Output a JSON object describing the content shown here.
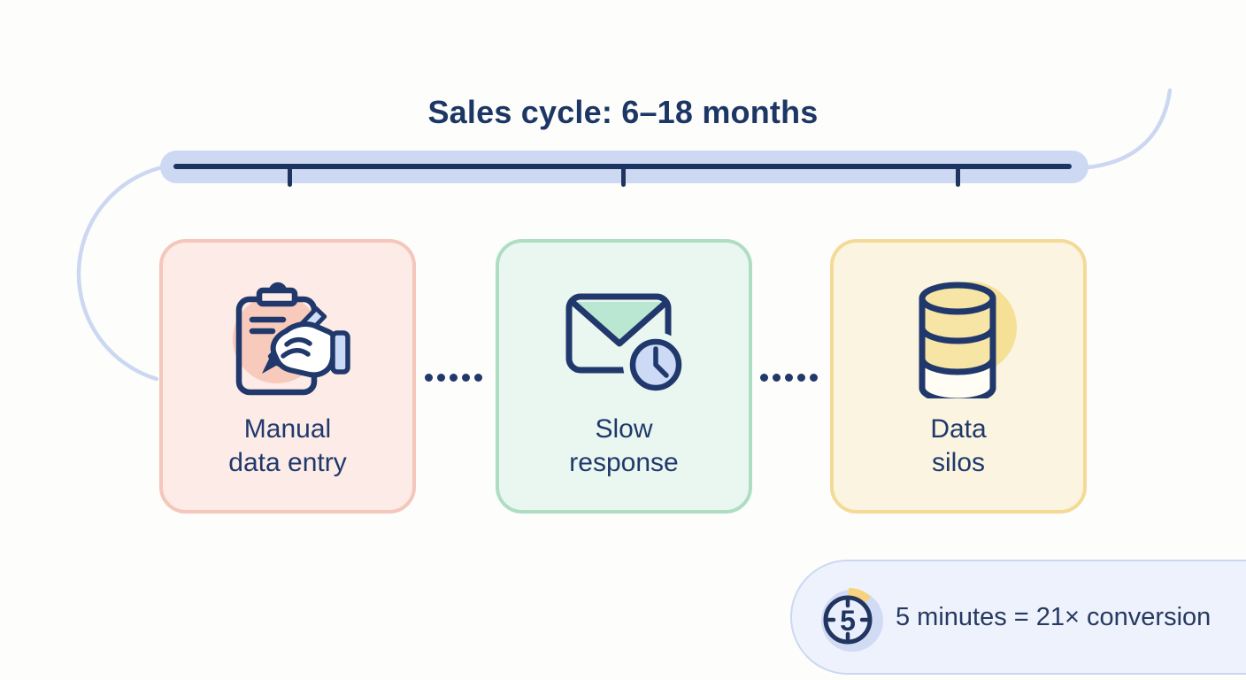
{
  "title": "Sales cycle: 6–18 months",
  "cards": [
    {
      "label_line1": "Manual",
      "label_line2": "data entry",
      "icon": "clipboard-pen-icon"
    },
    {
      "label_line1": "Slow",
      "label_line2": "response",
      "icon": "envelope-clock-icon"
    },
    {
      "label_line1": "Data",
      "label_line2": "silos",
      "icon": "database-icon"
    }
  ],
  "connectors": {
    "dot_count": 5
  },
  "badge": {
    "icon": "timer-5-icon",
    "number": "5",
    "text": "5 minutes = 21× conversion"
  },
  "colors": {
    "navy_text": "#1d3765",
    "icon_stroke": "#20386b",
    "timeline_bar": "#cdd9f3",
    "timeline_line": "#1e3460",
    "decor_curve": "#ccd8f1",
    "connector_dot": "#22386b",
    "icon_blue_fill": "#cfdff8",
    "card_manual": {
      "fill": "#fcebe6",
      "border": "#f4c7ba",
      "blob": "#f8cabc"
    },
    "card_slow": {
      "fill": "#eaf7f0",
      "border": "#addec4",
      "flap": "#b9e7d1"
    },
    "card_silos": {
      "fill": "#fbf4e0",
      "border": "#f3db97",
      "blob": "#f5e096"
    },
    "badge_pill": {
      "fill": "#eef2fc",
      "border": "#ccd8f0",
      "wedge": "#f6d37c",
      "glow": "#cbd7f2"
    }
  }
}
